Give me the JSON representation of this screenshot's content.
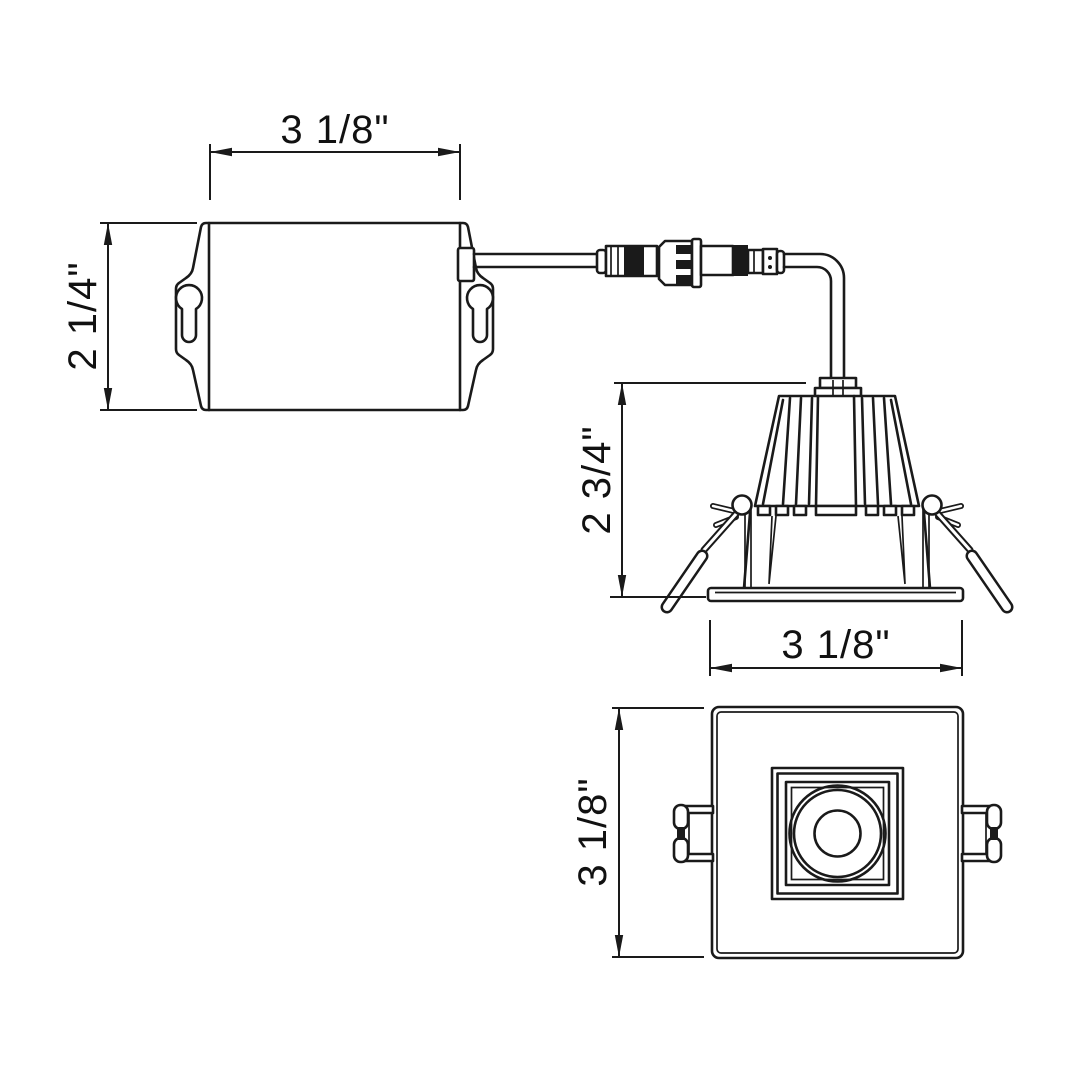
{
  "colors": {
    "line": "#1a1a1a",
    "background": "#ffffff"
  },
  "dimensions": {
    "driver_box_width": "3 1/8\"",
    "driver_box_height": "2 1/4\"",
    "downlight_height": "2 3/4\"",
    "downlight_flange_width": "3 1/8\"",
    "trim_plate_height": "3 1/8\""
  }
}
